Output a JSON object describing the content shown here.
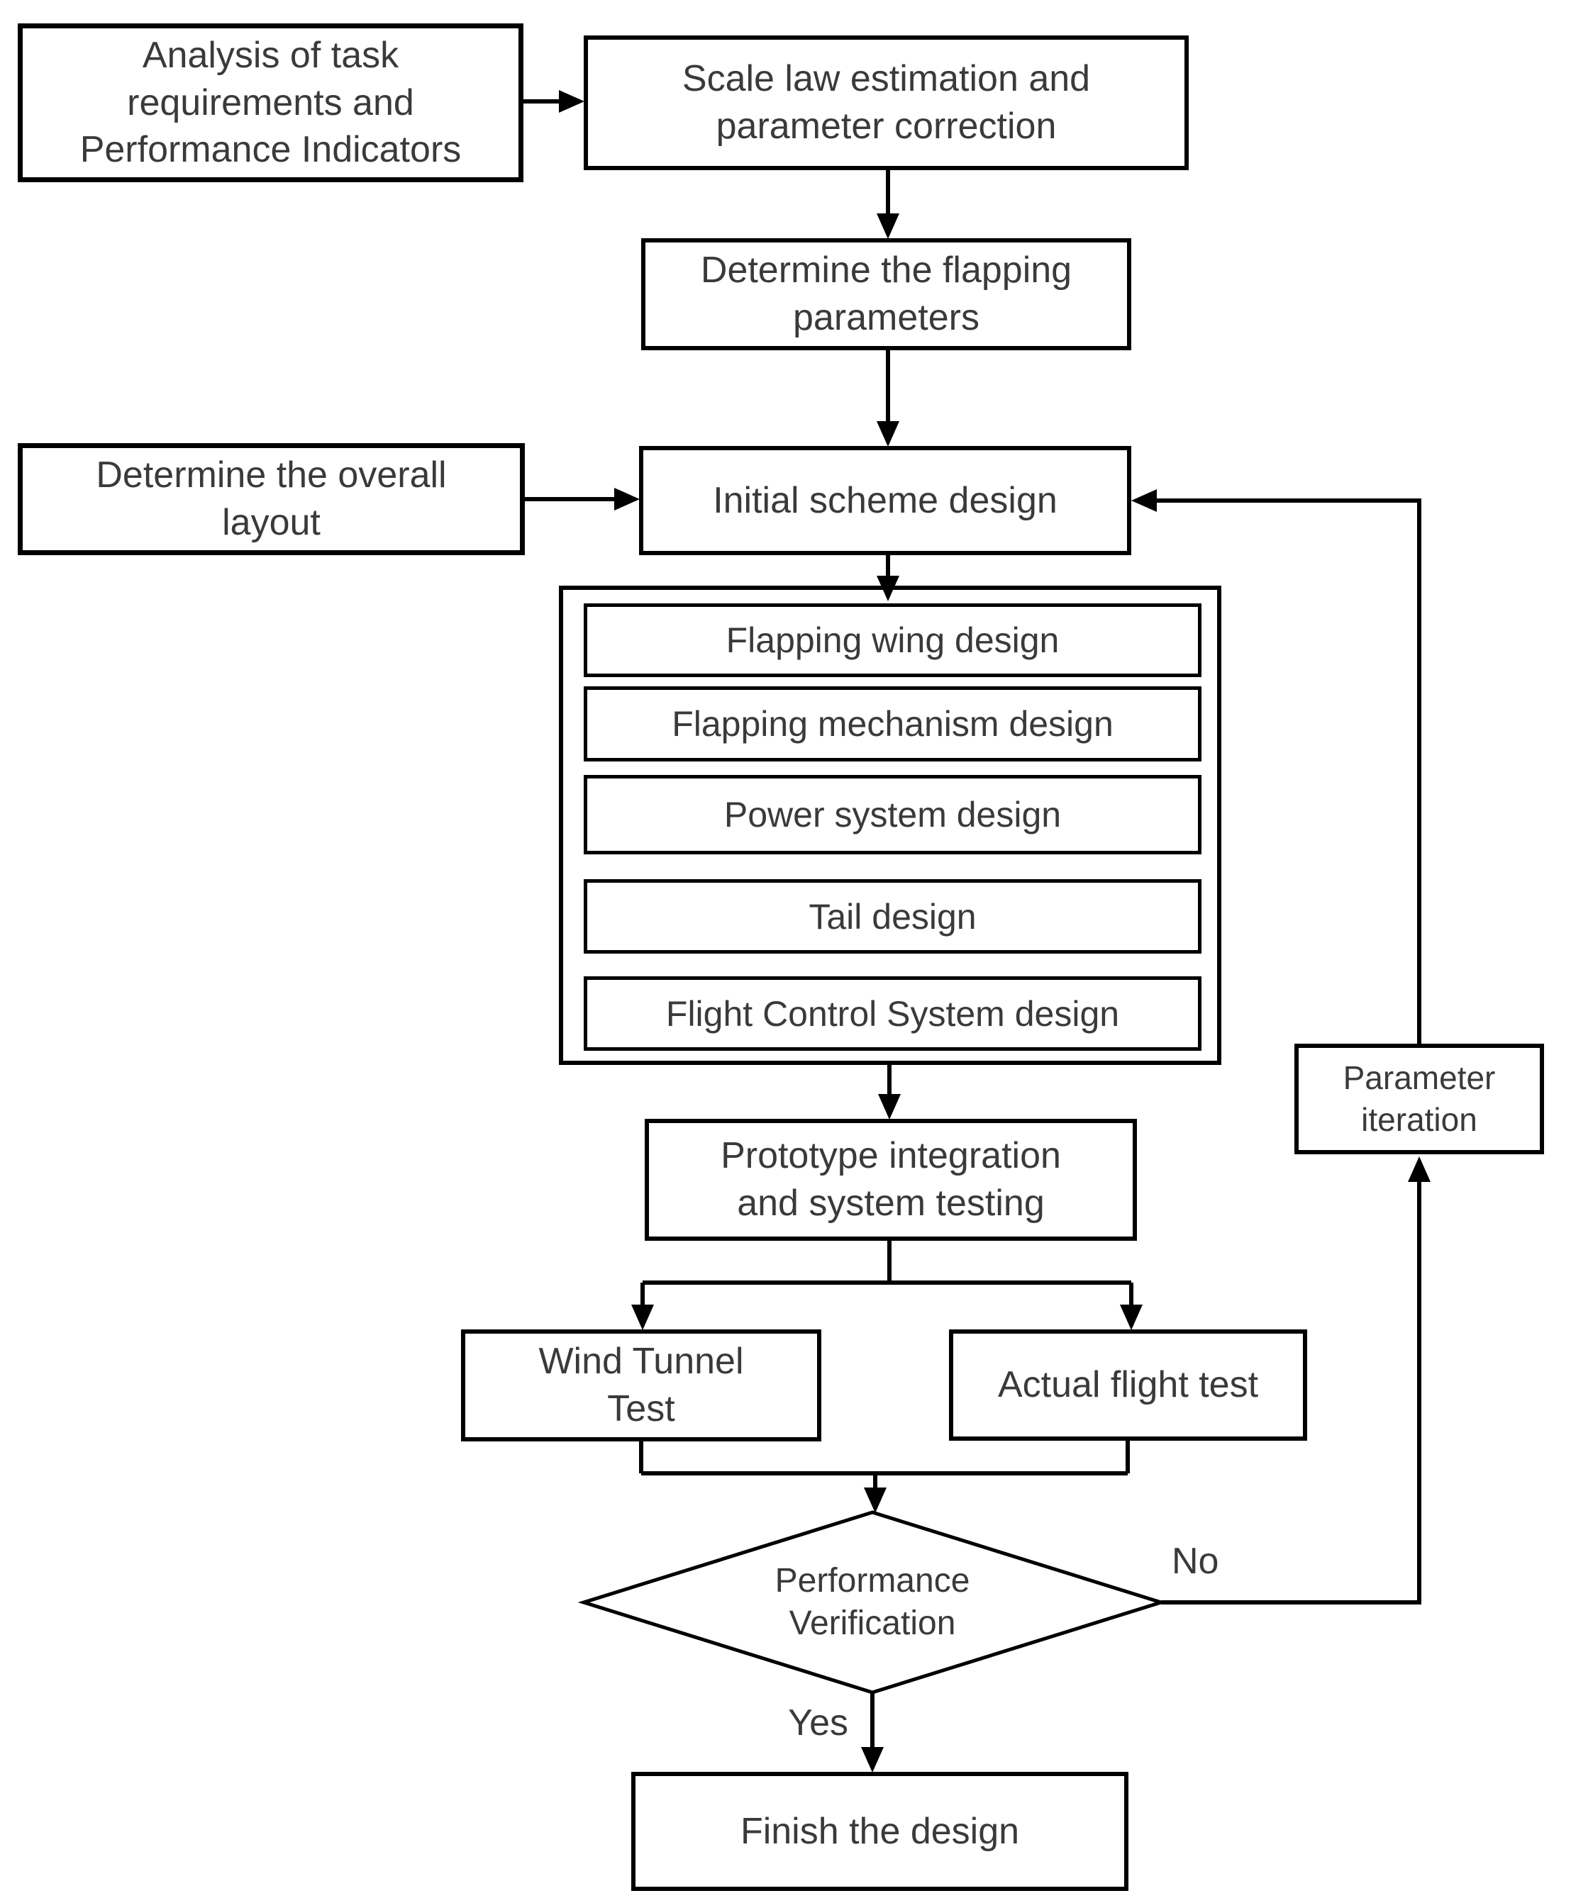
{
  "flowchart": {
    "colors": {
      "background": "#ffffff",
      "line": "#000000",
      "text": "#3a3a3a"
    },
    "nodes": {
      "analysis": {
        "label": "Analysis of task\nrequirements and\nPerformance Indicators"
      },
      "scale_law": {
        "label": "Scale law estimation and\nparameter correction"
      },
      "flapping_parameters": {
        "label": "Determine the flapping\nparameters"
      },
      "overall_layout": {
        "label": "Determine the overall\nlayout"
      },
      "initial_scheme": {
        "label": "Initial scheme design"
      },
      "design_group": {
        "items": [
          {
            "label": "Flapping wing design"
          },
          {
            "label": "Flapping mechanism design"
          },
          {
            "label": "Power system design"
          },
          {
            "label": "Tail design"
          },
          {
            "label": "Flight Control System design"
          }
        ]
      },
      "prototype": {
        "label": "Prototype integration\nand system testing"
      },
      "wind_tunnel": {
        "label": "Wind Tunnel\nTest"
      },
      "actual_flight": {
        "label": "Actual flight test"
      },
      "performance_verification": {
        "label": "Performance\nVerification"
      },
      "parameter_iteration": {
        "label": "Parameter\niteration"
      },
      "finish": {
        "label": "Finish the design"
      }
    },
    "edge_labels": {
      "no": "No",
      "yes": "Yes"
    }
  }
}
